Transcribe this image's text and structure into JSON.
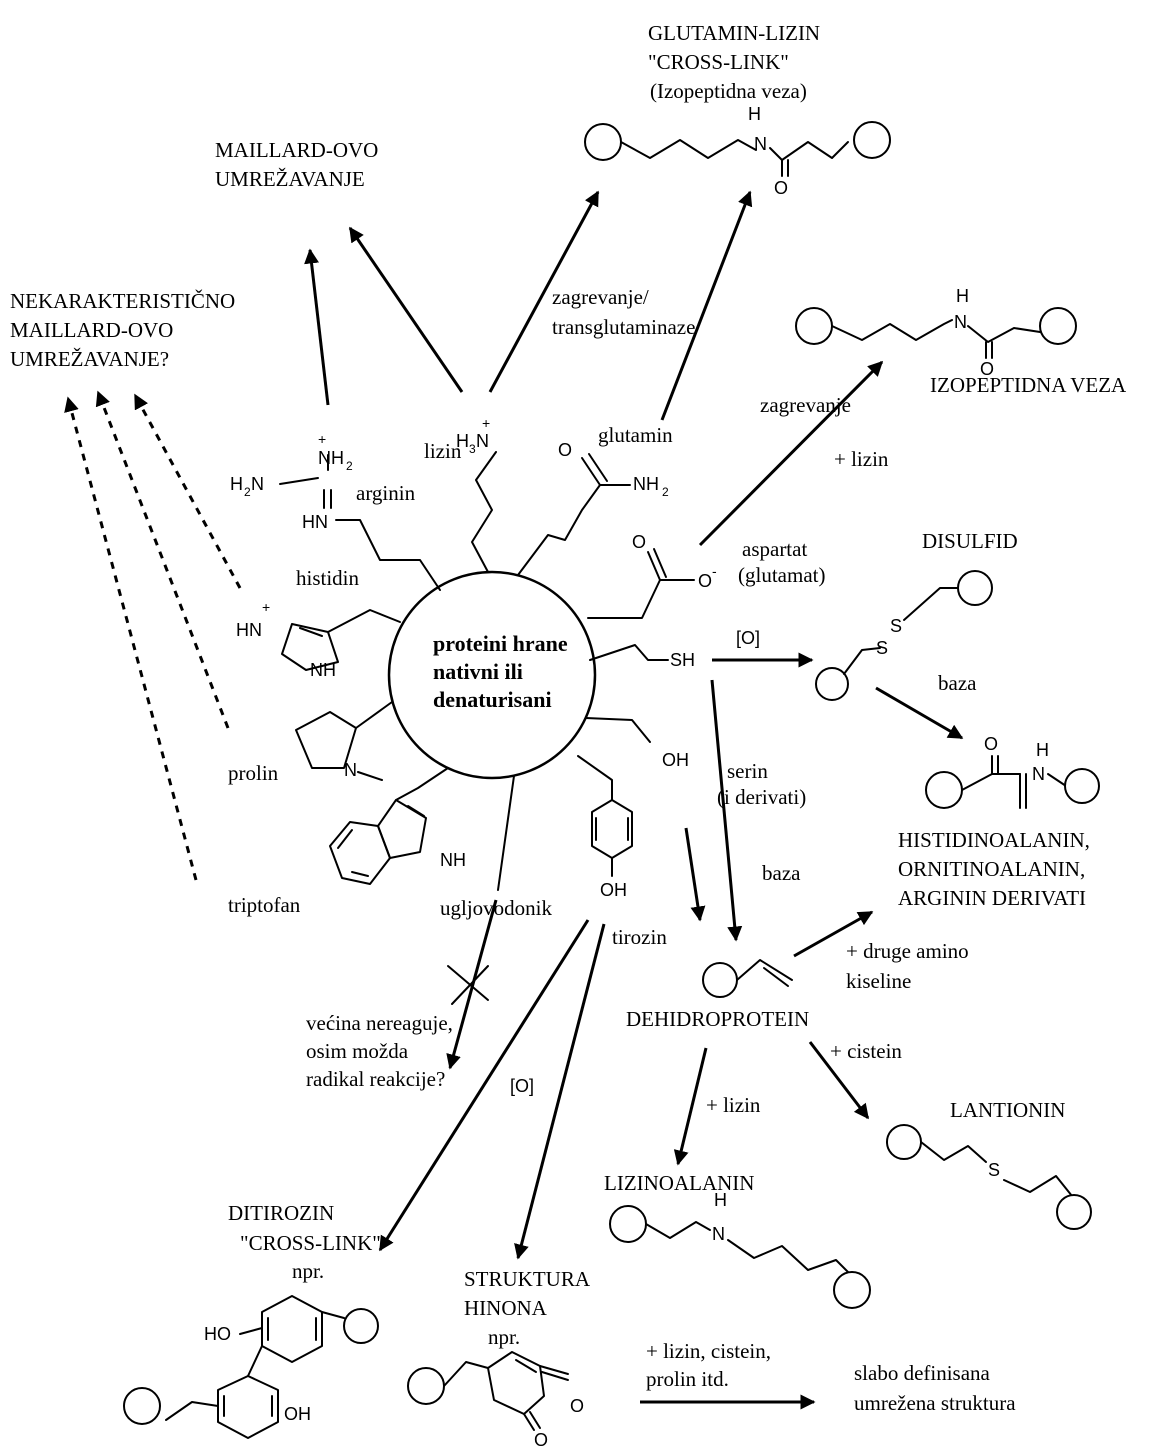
{
  "center": {
    "line1": "proteini hrane",
    "line2": "nativni ili",
    "line3": "denaturisani"
  },
  "residues": {
    "lysine": "lizin",
    "arginine": "arginin",
    "histidine": "histidin",
    "proline": "prolin",
    "tryptophan": "triptofan",
    "hydrocarbon": "ugljovodonik",
    "tyrosine": "tirozin",
    "glutamine": "glutamin",
    "aspartate": "aspartat",
    "glutamate": "(glutamat)",
    "serine": "serin",
    "serine_derivs": "(i derivati)"
  },
  "chem_labels": {
    "nh2": "NH",
    "nh2_sub": "2",
    "h2n": "H",
    "h2n_n": "N",
    "hn": "HN",
    "h3n_h": "H",
    "h3n_n": "N",
    "plus": "+",
    "o": "O",
    "o_minus": "-",
    "sh": "SH",
    "oh": "OH",
    "nh": "NH",
    "n": "N",
    "h": "H",
    "s": "S",
    "ho": "HO"
  },
  "products": {
    "maillard": [
      "MAILLARD-OVO",
      "UMREŽAVANJE"
    ],
    "nonspecific_maillard": [
      "NEKARAKTERISTIČNO",
      "MAILLARD-OVO",
      "UMREŽAVANJE?"
    ],
    "glu_lys": [
      "GLUTAMIN-LIZIN",
      "\"CROSS-LINK\"",
      "(Izopeptidna veza)"
    ],
    "isopeptide": "IZOPEPTIDNA VEZA",
    "disulfide": "DISULFID",
    "his_ala": [
      "HISTIDINOALANIN,",
      "ORNITINOALANIN,",
      "ARGININ DERIVATI"
    ],
    "dehydro": "DEHIDROPROTEIN",
    "lanthionine": "LANTIONIN",
    "lysinoalanine": "LIZINOALANIN",
    "dityrosine": [
      "DITIROZIN",
      "\"CROSS-LINK\"",
      "npr."
    ],
    "quinone": [
      "STRUKTURA",
      "HINONA",
      "npr."
    ],
    "ill_defined": [
      "slabo definisana",
      "umrežena struktura"
    ]
  },
  "conditions": {
    "heat_tg": [
      "zagrevanje/",
      "transglutaminaze"
    ],
    "heat": "zagrevanje",
    "plus_lys": "+ lizin",
    "oxid": "[O]",
    "base": "baza",
    "plus_other_aa": [
      "+ druge amino",
      "kiseline"
    ],
    "plus_cys": "+ cistein",
    "plus_lys2": "+ lizin",
    "unreactive": [
      "većina nereaguje,",
      "osim možda",
      "radikal reakcije?"
    ],
    "oxid2": "[O]",
    "plus_mix": [
      "+ lizin, cistein,",
      "prolin itd."
    ]
  }
}
